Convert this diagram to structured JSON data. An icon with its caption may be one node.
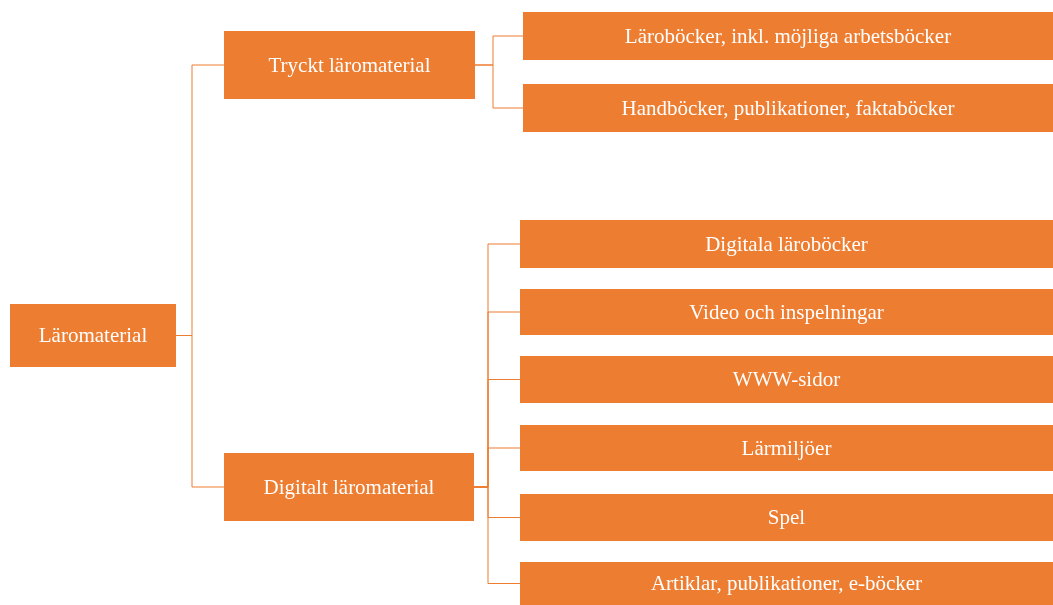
{
  "diagram": {
    "nodes": [
      {
        "text": [
          "Läromaterial"
        ]
      },
      {
        "text": [
          "Tryckt läromaterial"
        ]
      },
      {
        "text": [
          "Läroböcker, inkl. möjliga arbetsböcker"
        ]
      },
      {
        "text": [
          "Handböcker, publikationer, faktaböcker"
        ]
      },
      {
        "text": [
          "Digitalt läromaterial"
        ]
      },
      {
        "text": [
          "Digitala läroböcker"
        ]
      },
      {
        "text": [
          "Video och inspelningar"
        ]
      },
      {
        "text": [
          "WWW-sidor"
        ]
      },
      {
        "text": [
          "Lärmiljöer"
        ]
      },
      {
        "text": [
          "Spel"
        ]
      },
      {
        "text": [
          "Artiklar, publikationer, e-böcker"
        ]
      }
    ],
    "edges": [
      {
        "from": 0,
        "to": 1,
        "arrow": "none"
      },
      {
        "from": 0,
        "to": 4,
        "arrow": "none"
      },
      {
        "from": 1,
        "to": 2,
        "arrow": "none"
      },
      {
        "from": 1,
        "to": 3,
        "arrow": "none"
      },
      {
        "from": 4,
        "to": 5,
        "arrow": "none"
      },
      {
        "from": 4,
        "to": 6,
        "arrow": "none"
      },
      {
        "from": 4,
        "to": 7,
        "arrow": "none"
      },
      {
        "from": 4,
        "to": 8,
        "arrow": "none"
      },
      {
        "from": 4,
        "to": 9,
        "arrow": "none"
      },
      {
        "from": 4,
        "to": 10,
        "arrow": "none"
      }
    ]
  }
}
